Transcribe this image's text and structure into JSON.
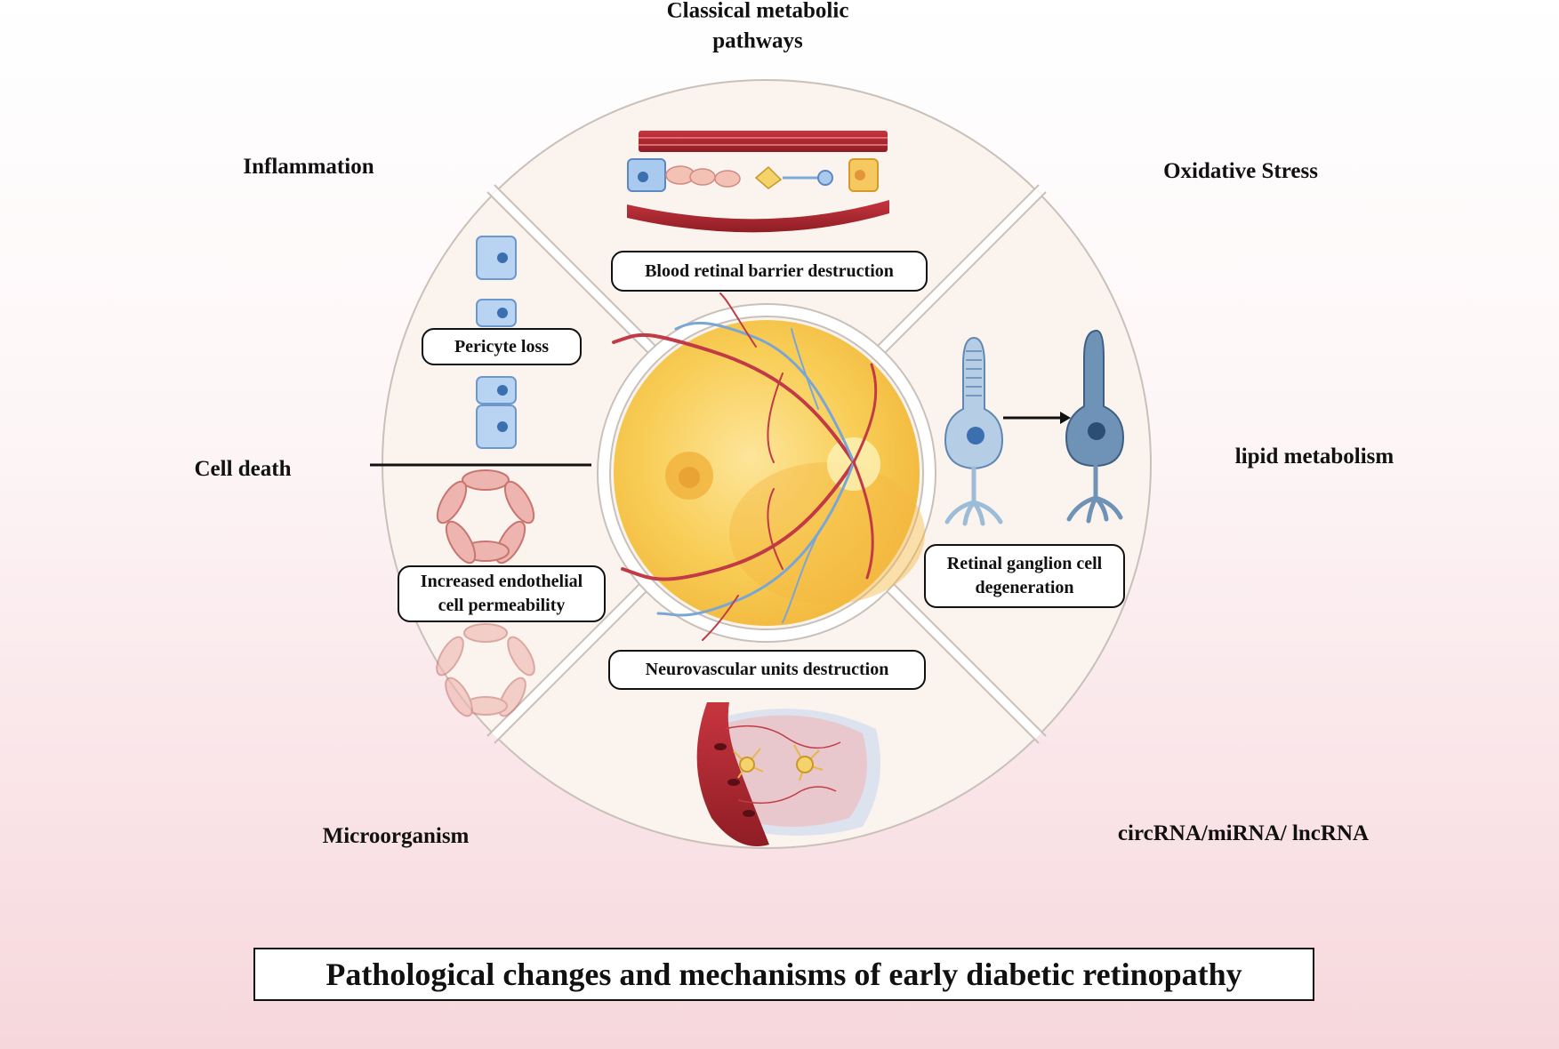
{
  "outer_labels": {
    "classical_metabolic": "Classical metabolic\npathways",
    "inflammation": "Inflammation",
    "oxidative_stress": "Oxidative Stress",
    "cell_death": "Cell death",
    "lipid_metabolism": "lipid metabolism",
    "microorganism": "Microorganism",
    "noncoding_rna": "circRNA/miRNA/ lncRNA"
  },
  "inner_labels": {
    "blood_retinal_barrier": "Blood retinal barrier destruction",
    "pericyte_loss": "Pericyte loss",
    "endothelial_permeability": "Increased endothelial cell permeability",
    "retinal_ganglion": "Retinal ganglion cell degeneration",
    "neurovascular": "Neurovascular units destruction"
  },
  "caption": "Pathological changes and mechanisms of early diabetic retinopathy",
  "colors": {
    "segment_fill": "#fbf4ee",
    "segment_stroke": "#c9c0ba",
    "fundus": "#f8c94a",
    "vessel": "#b8303c",
    "pericyte": "#8fb8e6",
    "endothelial": "#e8a8a4",
    "ganglion": "#9dbcd8"
  }
}
